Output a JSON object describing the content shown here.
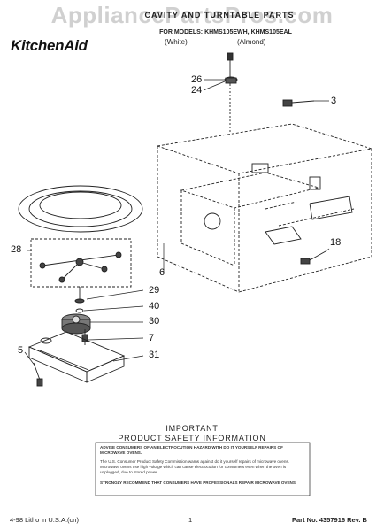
{
  "watermark": "AppliancePartsPros.com",
  "header": {
    "title_line": "CAVITY AND TURNTABLE PARTS",
    "for_models_line": "FOR MODELS: KHMS105EWH, KHMS105EAL",
    "variant_white": "(White)",
    "variant_almond": "(Almond)"
  },
  "brand": "KitchenAid",
  "callouts": {
    "c26": "26",
    "c24": "24",
    "c3": "3",
    "c28": "28",
    "c18": "18",
    "c6": "6",
    "c29": "29",
    "c40": "40",
    "c30": "30",
    "c7": "7",
    "c5": "5",
    "c31": "31"
  },
  "safety": {
    "title_a": "IMPORTANT",
    "title_b": "PRODUCT SAFETY INFORMATION",
    "para1": "ADVISE CONSUMERS OF AN ELECTROCUTION HAZARD WITH DO IT YOURSELF REPAIRS OF MICROWAVE OVENS.",
    "para2": "The U.S. Consumer Product Safety Commission warns against do it yourself repairs of microwave ovens. Microwave ovens use high voltage which can cause electrocution for consumers even when the oven is unplugged, due to stored power.",
    "para3": "STRONGLY RECOMMEND THAT CONSUMERS HAVE PROFESSIONALS REPAIR MICROWAVE OVENS."
  },
  "footer": {
    "left": "4-98 Litho in U.S.A.(cn)",
    "page": "1",
    "part_no": "Part No. 4357916 Rev. B"
  }
}
